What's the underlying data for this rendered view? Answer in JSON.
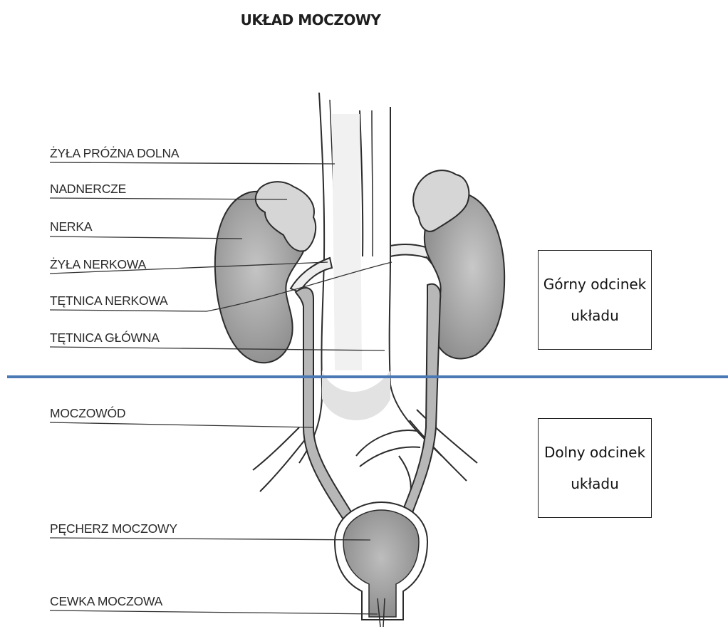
{
  "title": "UKŁAD MOCZOWY",
  "labels": {
    "vena_cava": "ŻYŁA PRÓŻNA DOLNA",
    "adrenal": "NADNERCZE",
    "kidney": "NERKA",
    "renal_vein": "ŻYŁA NERKOWA",
    "renal_artery": "TĘTNICA NERKOWA",
    "aorta": "TĘTNICA GŁÓWNA",
    "ureter": "MOCZOWÓD",
    "bladder": "PĘCHERZ MOCZOWY",
    "urethra": "CEWKA MOCZOWA"
  },
  "sections": {
    "upper": {
      "line1": "Górny odcinek",
      "line2": "układu"
    },
    "lower": {
      "line1": "Dolny odcinek",
      "line2": "układu"
    }
  },
  "colors": {
    "divider": "#4a79b4",
    "organ_fill": "#a9a9a9",
    "vessel_fill": "#ececec",
    "outline": "#2b2b2b"
  }
}
